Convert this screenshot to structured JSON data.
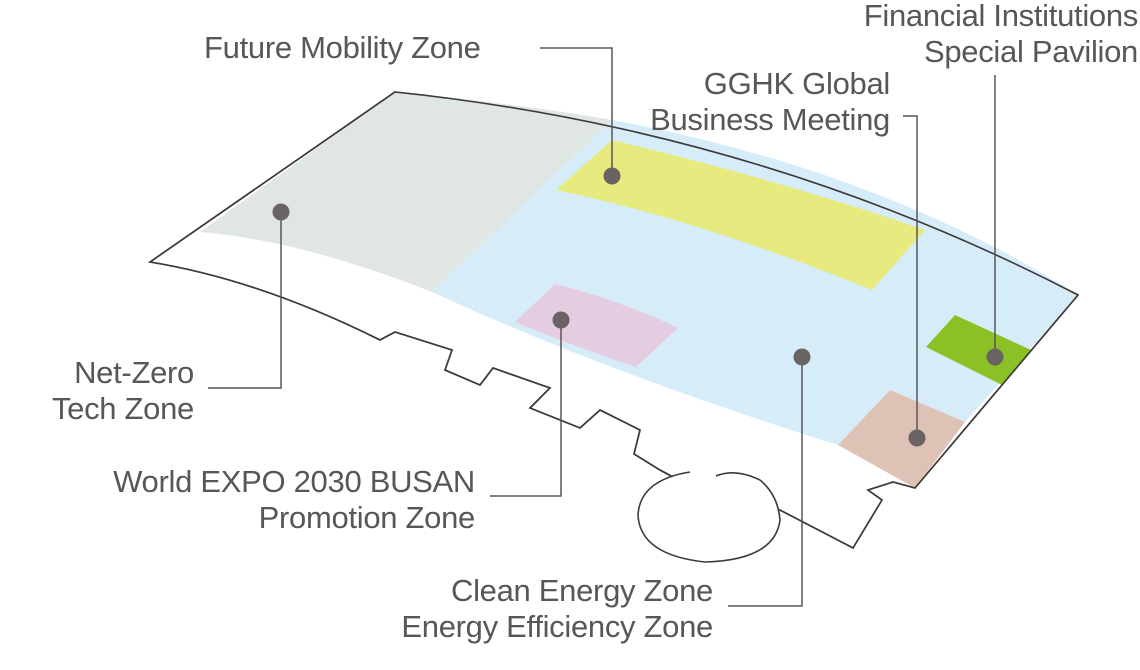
{
  "colors": {
    "floor_outline": "#3e3a39",
    "leader": "#595656",
    "marker": "#6a6363",
    "future_mobility": "#e7ea7e",
    "net_zero": "#dfe6e4",
    "clean_energy": "#d6ecf8",
    "expo_promotion": "#e4cde0",
    "gghk_meeting": "#dfc2b6",
    "financial_pavilion": "#8bc124"
  },
  "zones": {
    "future_mobility": {
      "line1": "Future Mobility Zone"
    },
    "financial_pavilion": {
      "line1": "Financial Institutions",
      "line2": "Special Pavilion"
    },
    "gghk_meeting": {
      "line1": "GGHK Global",
      "line2": "Business Meeting"
    },
    "net_zero": {
      "line1": "Net-Zero",
      "line2": "Tech Zone"
    },
    "expo_promotion": {
      "line1": "World EXPO 2030 BUSAN",
      "line2": "Promotion Zone"
    },
    "clean_energy": {
      "line1": "Clean Energy Zone",
      "line2": "Energy Efficiency Zone"
    }
  }
}
